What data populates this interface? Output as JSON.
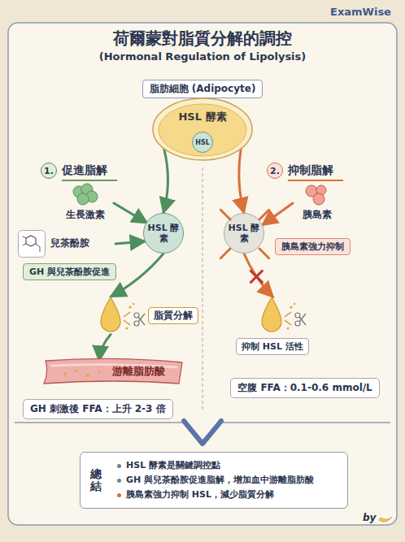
{
  "diagram": {
    "title": "荷爾蒙對脂質分解的調控",
    "nodes": [
      {
        "text": [
          "脂肪細胞 (Adipocyte)"
        ]
      },
      {
        "text": [
          "HSL 酵素"
        ]
      },
      {
        "text": [
          "HSL"
        ],
        "in": 1
      },
      {
        "text": [
          "生長激素"
        ]
      },
      {
        "text": [
          "兒茶酚胺"
        ]
      },
      {
        "text": [
          "HSL 酵素"
        ]
      },
      {
        "text": [
          "GH 與兒茶酚胺促進"
        ]
      },
      {
        "text": [
          "脂質分解"
        ]
      },
      {
        "text": [
          "游離脂肪酸"
        ]
      },
      {
        "text": [
          "GH 刺激後 FFA：上升 2-3 倍"
        ]
      },
      {
        "text": [
          "胰島素"
        ]
      },
      {
        "text": [
          "HSL 酵素"
        ]
      },
      {
        "text": [
          "胰島素強力抑制"
        ]
      },
      {
        "text": [
          "抑制 HSL 活性"
        ]
      },
      {
        "text": [
          "空腹 FFA：0.1-0.6 mmol/L"
        ]
      },
      {
        "text": [
          "總結",
          "HSL 酵素是關鍵調控點",
          "GH 與兒茶酚胺促進脂解，增加血中游離脂肪酸",
          "胰島素強力抑制 HSL，減少脂質分解"
        ]
      }
    ],
    "edges": [
      {
        "from": 1,
        "to": 5,
        "arrow": "to"
      },
      {
        "from": 1,
        "to": 11,
        "arrow": "to"
      },
      {
        "from": 3,
        "to": 5,
        "arrow": "to"
      },
      {
        "from": 4,
        "to": 5,
        "arrow": "to"
      },
      {
        "from": 10,
        "to": 11,
        "arrow": "to"
      },
      {
        "from": 5,
        "to": 7,
        "arrow": "to"
      },
      {
        "from": 7,
        "to": 8,
        "arrow": "to"
      },
      {
        "from": 11,
        "to": 13,
        "arrow": "to"
      }
    ],
    "labels": [
      "ExamWise",
      "(Hormonal Regulation of Lipolysis)",
      "1.",
      "促進脂解",
      "2.",
      "抑制脂解",
      "by"
    ]
  }
}
